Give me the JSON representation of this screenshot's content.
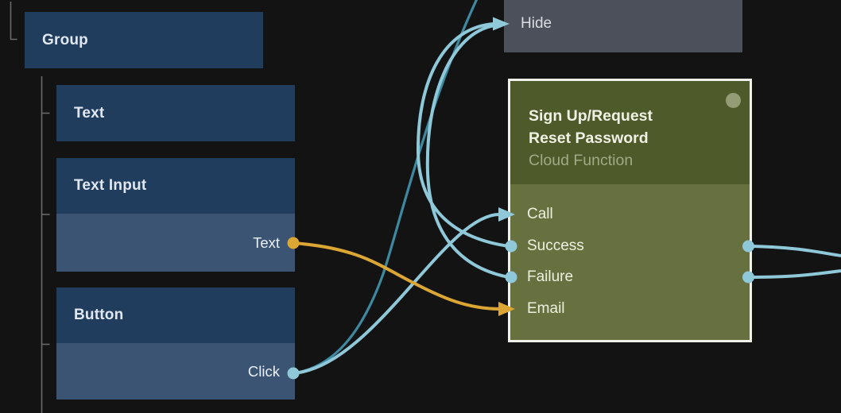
{
  "tree_panel": {
    "group_node": {
      "title": "Group"
    },
    "child_nodes": [
      {
        "title": "Text"
      },
      {
        "title": "Text Input",
        "ports": [
          {
            "label": "Text",
            "type": "string",
            "side": "output"
          }
        ]
      },
      {
        "title": "Button",
        "ports": [
          {
            "label": "Click",
            "type": "signal",
            "side": "output"
          }
        ]
      }
    ]
  },
  "hide_node": {
    "port_label": "Hide"
  },
  "function_node": {
    "title_lines": [
      "Sign Up/Request",
      "Reset Password"
    ],
    "subtitle": "Cloud Function",
    "input_ports": [
      {
        "label": "Call",
        "connector": "arrow",
        "wire_color": "#8fc8d8"
      },
      {
        "label": "Success",
        "connector": "circle",
        "wire_color": "#8fc8d8"
      },
      {
        "label": "Failure",
        "connector": "circle",
        "wire_color": "#8fc8d8"
      },
      {
        "label": "Email",
        "connector": "arrow",
        "wire_color": "#dba633"
      }
    ],
    "output_ports": [
      {
        "label": "Success"
      },
      {
        "label": "Failure"
      }
    ]
  },
  "connections": [
    {
      "from": "Text Input.Text",
      "to": "Sign Up/Request Reset Password.Email",
      "type": "string"
    },
    {
      "from": "Button.Click",
      "to": "Sign Up/Request Reset Password.Call",
      "type": "signal"
    },
    {
      "from": "Button.Click",
      "to": "offscreen-top",
      "type": "signal"
    },
    {
      "from": "Sign Up/Request Reset Password.Success",
      "to": "Hide",
      "type": "signal"
    },
    {
      "from": "Sign Up/Request Reset Password.Failure",
      "to": "Hide",
      "type": "signal"
    },
    {
      "from": "Sign Up/Request Reset Password.Success",
      "to": "offscreen-right",
      "type": "signal"
    },
    {
      "from": "Sign Up/Request Reset Password.Failure",
      "to": "offscreen-right",
      "type": "signal"
    }
  ],
  "colors": {
    "background": "#131313",
    "ui_node_header": "#213d5e",
    "ui_node_body": "#3c5474",
    "gray_node": "#4b505a",
    "function_node_header": "#4f5a2b",
    "function_node_body": "#66713f",
    "selection_border": "#f0f1ea",
    "signal_wire": "#8fc8d8",
    "signal_wire_dim": "#3e89a0",
    "string_wire": "#dba633",
    "tree_line": "#6a6a6a",
    "status_dot": "#939c74"
  }
}
